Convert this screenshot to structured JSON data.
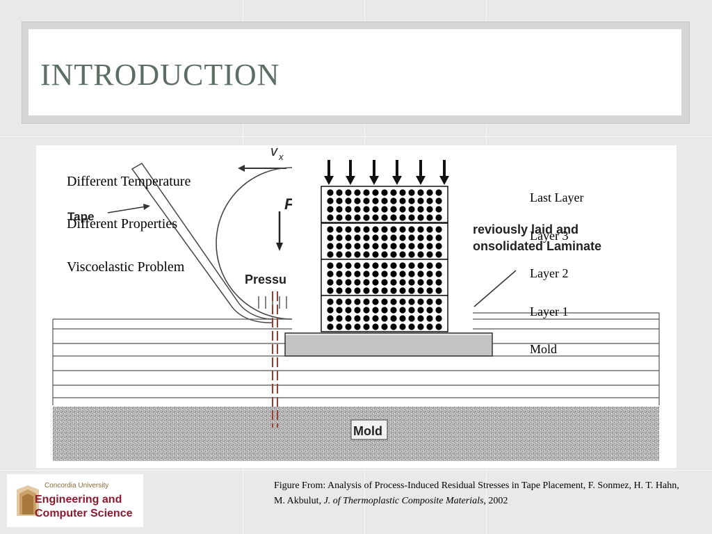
{
  "slide": {
    "title": "Introduction"
  },
  "left_labels": [
    "Different Temperature",
    "Different Properties",
    "Viscoelastic Problem"
  ],
  "right_labels": [
    "Last Layer",
    "Layer 3",
    "Layer 2",
    "Layer 1",
    "Mold"
  ],
  "figure_text": {
    "velocity": "v",
    "velocity_sub": "x",
    "tape": "Tape",
    "pressure": "Pressu",
    "laminate_line1": "reviously laid and",
    "laminate_line2": "onsolidated Laminate",
    "mold": "Mold",
    "force": "F"
  },
  "caption": {
    "prefix": "Figure From: Analysis of Process-Induced Residual Stresses in Tape Placement, F. Sonmez, H. T.  Hahn, M. Akbulut, ",
    "journal": "J. of Thermoplastic Composite Materials",
    "suffix": ", 2002"
  },
  "logo": {
    "university": "Concordia University",
    "line1": "Engineering and",
    "line2": "Computer Science"
  },
  "colors": {
    "title": "#5c6e63",
    "logo_text": "#8b1a2e",
    "background": "#e9e9e9"
  }
}
